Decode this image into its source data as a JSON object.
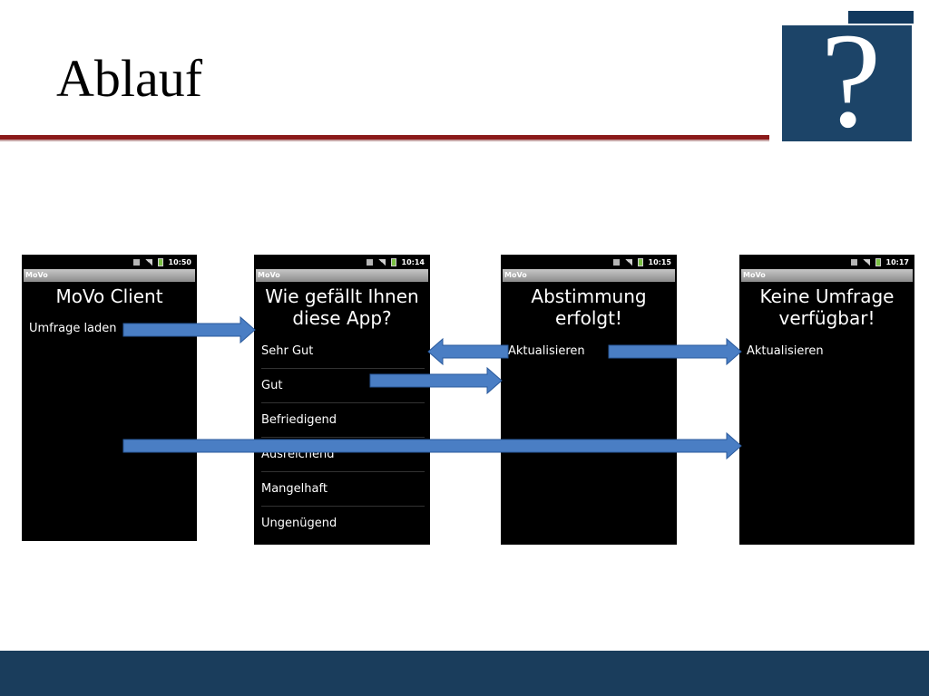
{
  "slide": {
    "title": "Ablauf",
    "logo_glyph": "?"
  },
  "colors": {
    "rule": "#8b1a1a",
    "footer": "#1a3d5c",
    "arrow_fill": "#4a7ec4",
    "arrow_stroke": "#2a5a9c"
  },
  "phones": [
    {
      "time": "10:50",
      "app_title": "MoVo",
      "heading": "MoVo Client",
      "items": [
        "Umfrage laden"
      ]
    },
    {
      "time": "10:14",
      "app_title": "MoVo",
      "heading_line1": "Wie gefällt Ihnen",
      "heading_line2": "diese App?",
      "options": [
        "Sehr Gut",
        "Gut",
        "Befriedigend",
        "Ausreichend",
        "Mangelhaft",
        "Ungenügend"
      ]
    },
    {
      "time": "10:15",
      "app_title": "MoVo",
      "heading_line1": "Abstimmung",
      "heading_line2": "erfolgt!",
      "items": [
        "Aktualisieren"
      ]
    },
    {
      "time": "10:17",
      "app_title": "MoVo",
      "heading_line1": "Keine Umfrage",
      "heading_line2": "verfügbar!",
      "items": [
        "Aktualisieren"
      ]
    }
  ]
}
